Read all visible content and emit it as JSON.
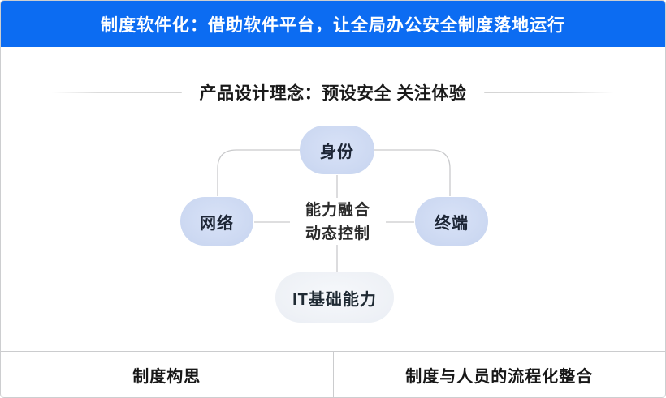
{
  "banner": {
    "text": "制度软件化：借助软件平台，让全局办公安全制度落地运行"
  },
  "section": {
    "title": "产品设计理念：预设安全 关注体验"
  },
  "diagram": {
    "nodes": {
      "identity": "身份",
      "network": "网络",
      "terminal": "终端",
      "it_base": "IT基础能力"
    },
    "center_label": {
      "line1": "能力融合",
      "line2": "动态控制"
    }
  },
  "footer": {
    "left_label": "制度构思",
    "right_label": "制度与人员的流程化整合"
  },
  "colors": {
    "banner_bg": "#0c6cf2",
    "banner_text": "#ffffff",
    "node_fill": "#cdd9f2",
    "node_fill_soft": "#eef1f6",
    "connector": "#c9cacc",
    "border": "#cdced0",
    "title_text": "#1a1a1a"
  }
}
